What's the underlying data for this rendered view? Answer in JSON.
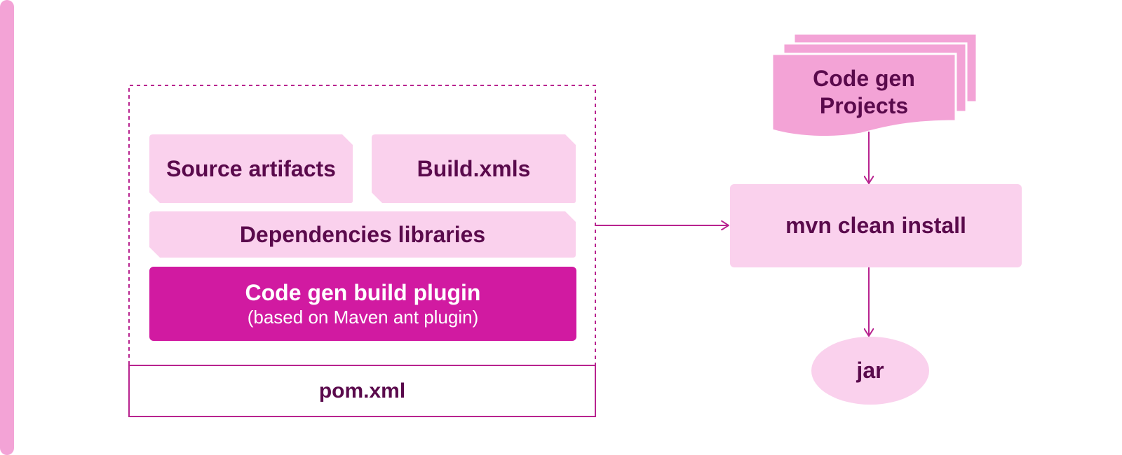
{
  "diagram": {
    "source_artifacts": "Source artifacts",
    "build_xmls": "Build.xmls",
    "dependencies": "Dependencies libraries",
    "plugin_title": "Code gen build plugin",
    "plugin_subtitle": "(based on Maven ant plugin)",
    "pom": "pom.xml",
    "projects_line1": "Code gen",
    "projects_line2": "Projects",
    "mvn": "mvn clean install",
    "jar": "jar"
  },
  "colors": {
    "light_pink": "#fad1ed",
    "mid_pink": "#f3a3d6",
    "magenta": "#d11aa1",
    "line": "#b8238f",
    "text_dark": "#5a0a4c"
  }
}
